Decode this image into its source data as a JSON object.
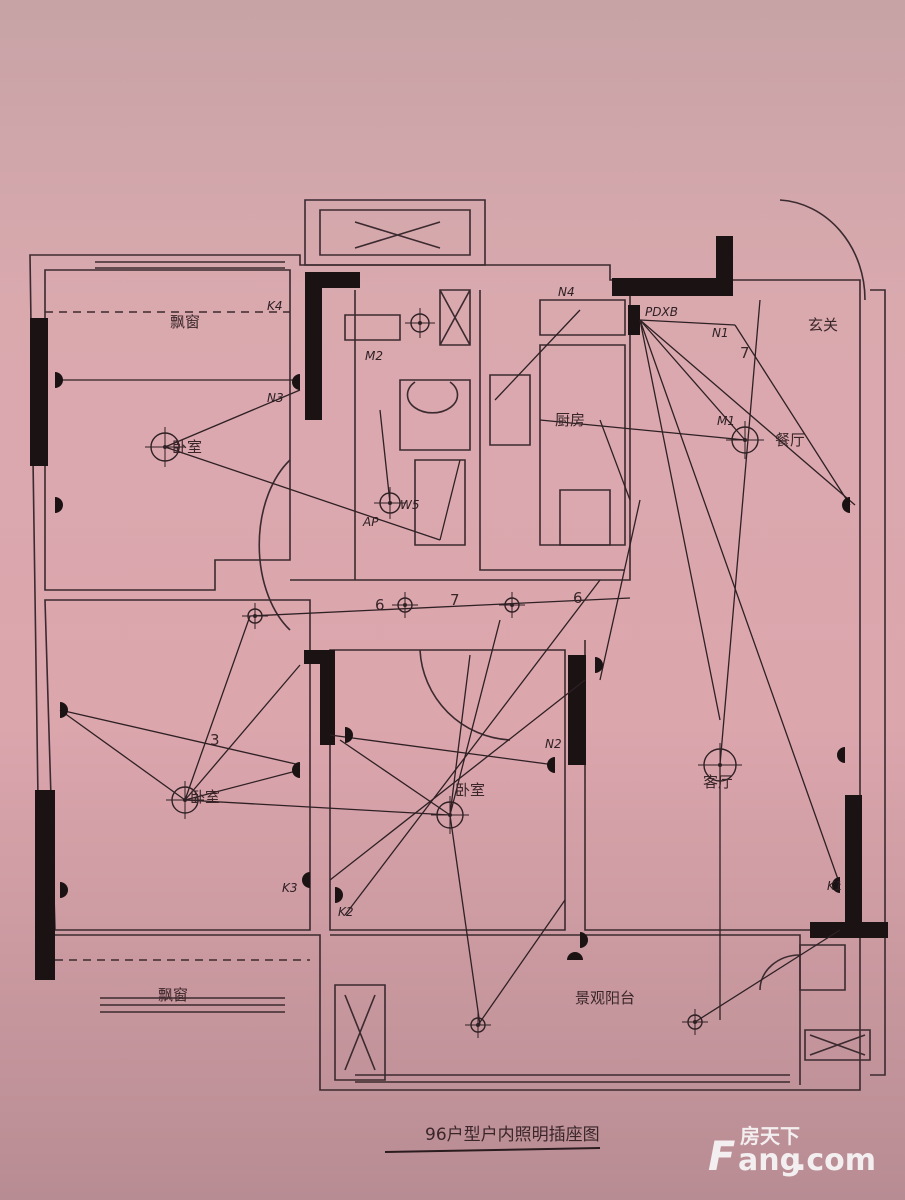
{
  "title": "96户型户内照明插座图",
  "watermark": {
    "cn": "房天下",
    "brand_f": "F",
    "brand_rest": "ang",
    "brand_com": ".com"
  },
  "rooms": {
    "bay_window_top": "飘窗",
    "bay_window_bottom": "飘窗",
    "bedroom_upper_left": "卧室",
    "bedroom_lower_left": "卧室",
    "bedroom_middle": "卧室",
    "kitchen": "厨房",
    "dining": "餐厅",
    "entrance": "玄关",
    "living": "客厅",
    "balcony": "景观阳台"
  },
  "codes": {
    "panel": "PDXB",
    "n1": "N1",
    "n2": "N2",
    "n3": "N3",
    "n4": "N4",
    "m1": "M1",
    "m2": "M2",
    "k1": "K1",
    "k2": "K2",
    "k3": "K3",
    "k4": "K4",
    "ap": "AP",
    "w5": "W5"
  },
  "circuit_numbers": {
    "c3": "3",
    "c6a": "6",
    "c6b": "6",
    "c7a": "7",
    "c7b": "7"
  },
  "colors": {
    "paper": "#dca6ad",
    "ink": "#2e2024",
    "watermark": "#f3eef0"
  }
}
